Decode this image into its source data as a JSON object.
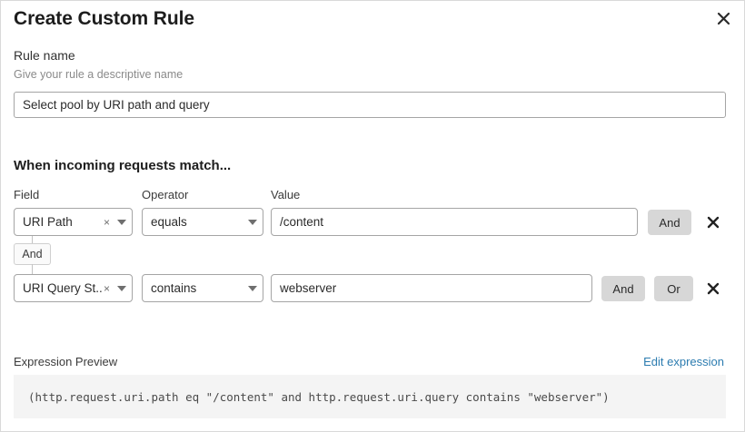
{
  "dialog": {
    "title": "Create Custom Rule",
    "close_label": "close-icon"
  },
  "rule_name": {
    "label": "Rule name",
    "help": "Give your rule a descriptive name",
    "value": "Select pool by URI path and query",
    "placeholder": "Select pool by URI path and query"
  },
  "builder": {
    "heading": "When incoming requests match...",
    "columns": {
      "field": "Field",
      "operator": "Operator",
      "value": "Value"
    },
    "connector": {
      "label": "And"
    },
    "rows": [
      {
        "field": "URI Path",
        "clear": "×",
        "operator": "equals",
        "value": "/content",
        "value_placeholder": "",
        "buttons": [
          "And"
        ],
        "remove": "remove-icon"
      },
      {
        "field": "URI Query St...",
        "clear": "×",
        "operator": "contains",
        "value": "webserver",
        "value_placeholder": "",
        "buttons": [
          "And",
          "Or"
        ],
        "remove": "remove-icon"
      }
    ]
  },
  "preview": {
    "label": "Expression Preview",
    "edit_link": "Edit expression",
    "expression": "(http.request.uri.path eq \"/content\" and http.request.uri.query contains \"webserver\")"
  },
  "colors": {
    "link": "#2c7cb0",
    "logic_button_bg": "#d7d7d7",
    "code_bg": "#f4f4f4",
    "border": "#a5a5a5"
  }
}
